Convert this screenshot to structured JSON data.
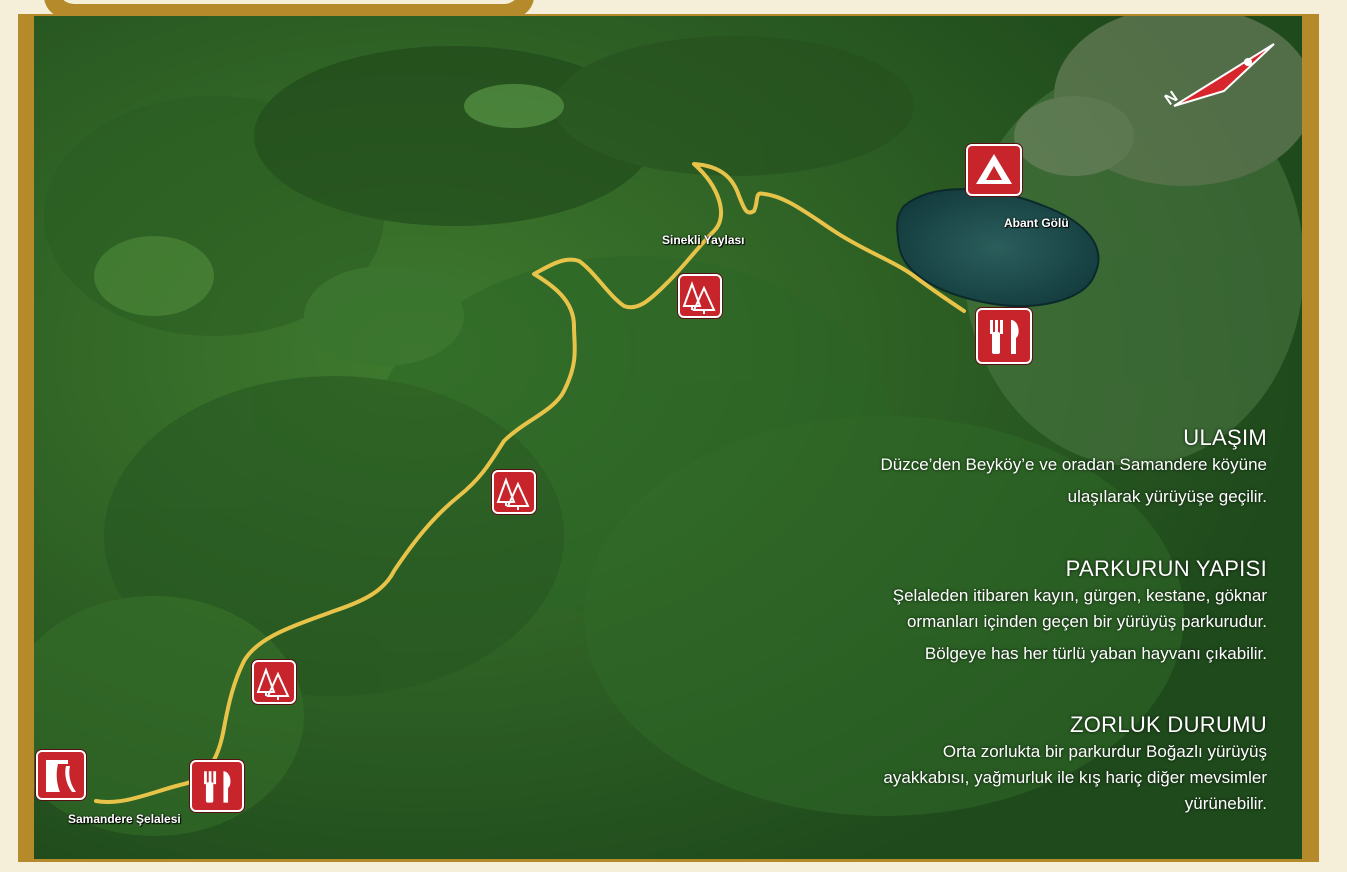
{
  "map": {
    "places": [
      {
        "name": "Sinekli Yaylası"
      },
      {
        "name": "Abant Gölü"
      },
      {
        "name": "Samandere Şelalesi"
      }
    ],
    "icons": [
      {
        "type": "camping-icon"
      },
      {
        "type": "forest-icon"
      },
      {
        "type": "restaurant-icon"
      },
      {
        "type": "waterfall-icon"
      }
    ],
    "compass": {
      "label": "N"
    }
  },
  "info": {
    "transport": {
      "heading": "ULAŞIM",
      "lines": [
        "Düzce’den Beyköy’e ve oradan Samandere köyüne",
        "ulaşılarak yürüyüşe geçilir."
      ]
    },
    "structure": {
      "heading": "PARKURUN YAPISI",
      "lines": [
        "Şelaleden itibaren kayın, gürgen, kestane, göknar",
        "ormanları içinden geçen bir yürüyüş parkurudur.",
        "Bölgeye has her türlü yaban hayvanı çıkabilir."
      ]
    },
    "difficulty": {
      "heading": "ZORLUK DURUMU",
      "lines": [
        "Orta zorlukta bir parkurdur Boğazlı yürüyüş",
        "ayakkabısı, yağmurluk ile kış hariç diğer mevsimler",
        "yürünebilir."
      ]
    }
  },
  "colors": {
    "route": "#e8c34a",
    "icon_bg": "#c7242b",
    "frame": "#b58a2a"
  }
}
